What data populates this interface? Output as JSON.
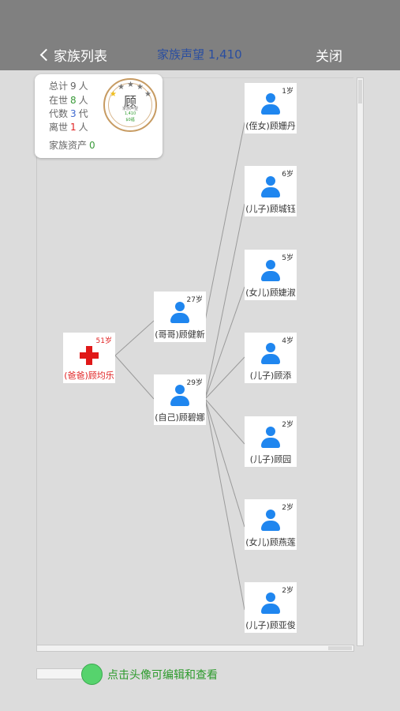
{
  "header": {
    "back_label": "家族列表",
    "title": "家族声望 1,410",
    "close_label": "关闭"
  },
  "stats": {
    "total_label": "总计",
    "total_value": "9",
    "total_unit": "人",
    "alive_label": "在世",
    "alive_value": "8",
    "alive_unit": "人",
    "gen_label": "代数",
    "gen_value": "3",
    "gen_unit": "代",
    "dead_label": "离世",
    "dead_value": "1",
    "dead_unit": "人",
    "assets_label": "家族资产",
    "assets_value": "0"
  },
  "badge": {
    "char": "顾",
    "label": "家族声望",
    "value": "1,410",
    "tier": "$0福"
  },
  "colors": {
    "header_bg": "#808080",
    "title_blue": "#2a4ea0",
    "avatar_blue": "#1f86ef",
    "deceased_red": "#e02020",
    "hint_green": "#2c9a2c"
  },
  "tree": {
    "root": {
      "age": "51岁",
      "name": "(爸爸)顾均乐",
      "status": "deceased",
      "icon": "red-cross-icon"
    },
    "gen2": [
      {
        "age": "27岁",
        "name": "(哥哥)顾健新",
        "icon": "person-icon"
      },
      {
        "age": "29岁",
        "name": "(自己)顾碧娜",
        "icon": "person-icon"
      }
    ],
    "gen3": [
      {
        "age": "1岁",
        "name": "(侄女)顾姗丹",
        "icon": "person-icon"
      },
      {
        "age": "6岁",
        "name": "(儿子)顾城钰",
        "icon": "person-icon"
      },
      {
        "age": "5岁",
        "name": "(女儿)顾婕淑",
        "icon": "person-icon"
      },
      {
        "age": "4岁",
        "name": "(儿子)顾添",
        "icon": "person-icon"
      },
      {
        "age": "2岁",
        "name": "(儿子)顾园",
        "icon": "person-icon"
      },
      {
        "age": "2岁",
        "name": "(女儿)顾燕莲",
        "icon": "person-icon"
      },
      {
        "age": "2岁",
        "name": "(儿子)顾亚俊",
        "icon": "person-icon"
      }
    ]
  },
  "footer": {
    "hint": "点击头像可编辑和查看"
  }
}
